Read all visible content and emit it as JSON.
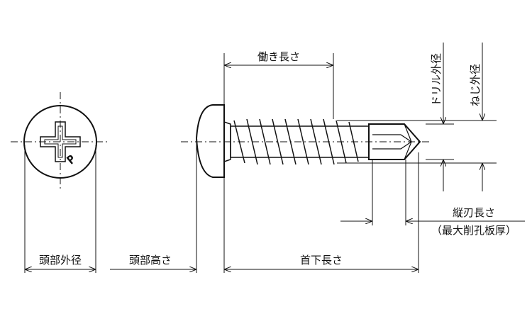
{
  "labels": {
    "working_length": "働き長さ",
    "drill_diameter": "ドリル外径",
    "thread_diameter": "ねじ外径",
    "flute_length": "縦刃長さ",
    "max_drill_thickness": "（最大削孔板厚）",
    "head_diameter": "頭部外径",
    "head_height": "頭部高さ",
    "under_head_length": "首下長さ"
  },
  "head_mark": "P"
}
